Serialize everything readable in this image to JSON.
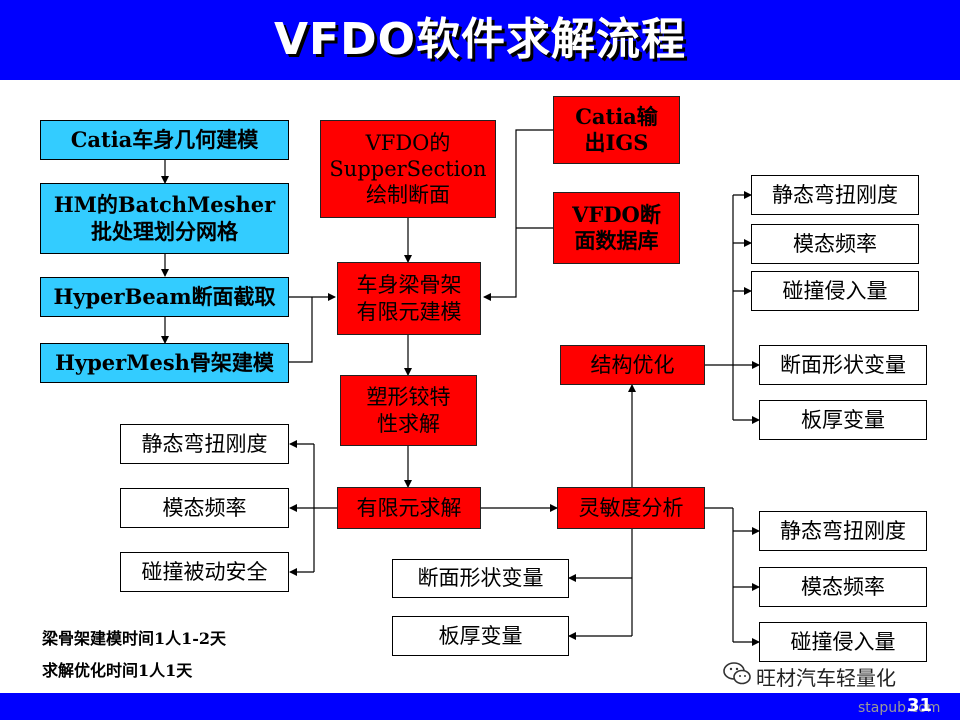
{
  "title": "VFDO软件求解流程",
  "left_chain": {
    "catia_modeling": "Catia车身几何建模",
    "batch_mesher": "HM的BatchMesher批处理划分网格",
    "hyperbeam": "HyperBeam断面截取",
    "hypermesh": "HyperMesh骨架建模"
  },
  "center_chain": {
    "suppersection": "VFDO的SupperSection绘制断面",
    "beam_frame_fe": "车身梁骨架有限元建模",
    "plastic_hinge": "塑形铰特性求解",
    "fe_solve": "有限元求解"
  },
  "right_top": {
    "catia_output": "Catia输出IGS",
    "section_db": "VFDO断面数据库"
  },
  "optimization": "结构优化",
  "sensitivity": "灵敏度分析",
  "opt_targets": [
    "静态弯扭刚度",
    "模态频率",
    "碰撞侵入量"
  ],
  "opt_variables": [
    "断面形状变量",
    "板厚变量"
  ],
  "solve_outputs": [
    "静态弯扭刚度",
    "模态频率",
    "碰撞被动安全"
  ],
  "sens_targets": [
    "静态弯扭刚度",
    "模态频率",
    "碰撞侵入量"
  ],
  "sens_variables": [
    "断面形状变量",
    "板厚变量"
  ],
  "notes": [
    "梁骨架建模时间1人1-2天",
    "求解优化时间1人1天"
  ],
  "watermark": "旺材汽车轻量化",
  "watermark_icon": "wechat-icon",
  "site": "stapub.com",
  "page_number": "31",
  "colors": {
    "title_bar": "#0000ff",
    "cyan_box": "#33ccff",
    "red_box": "#ff0000"
  }
}
